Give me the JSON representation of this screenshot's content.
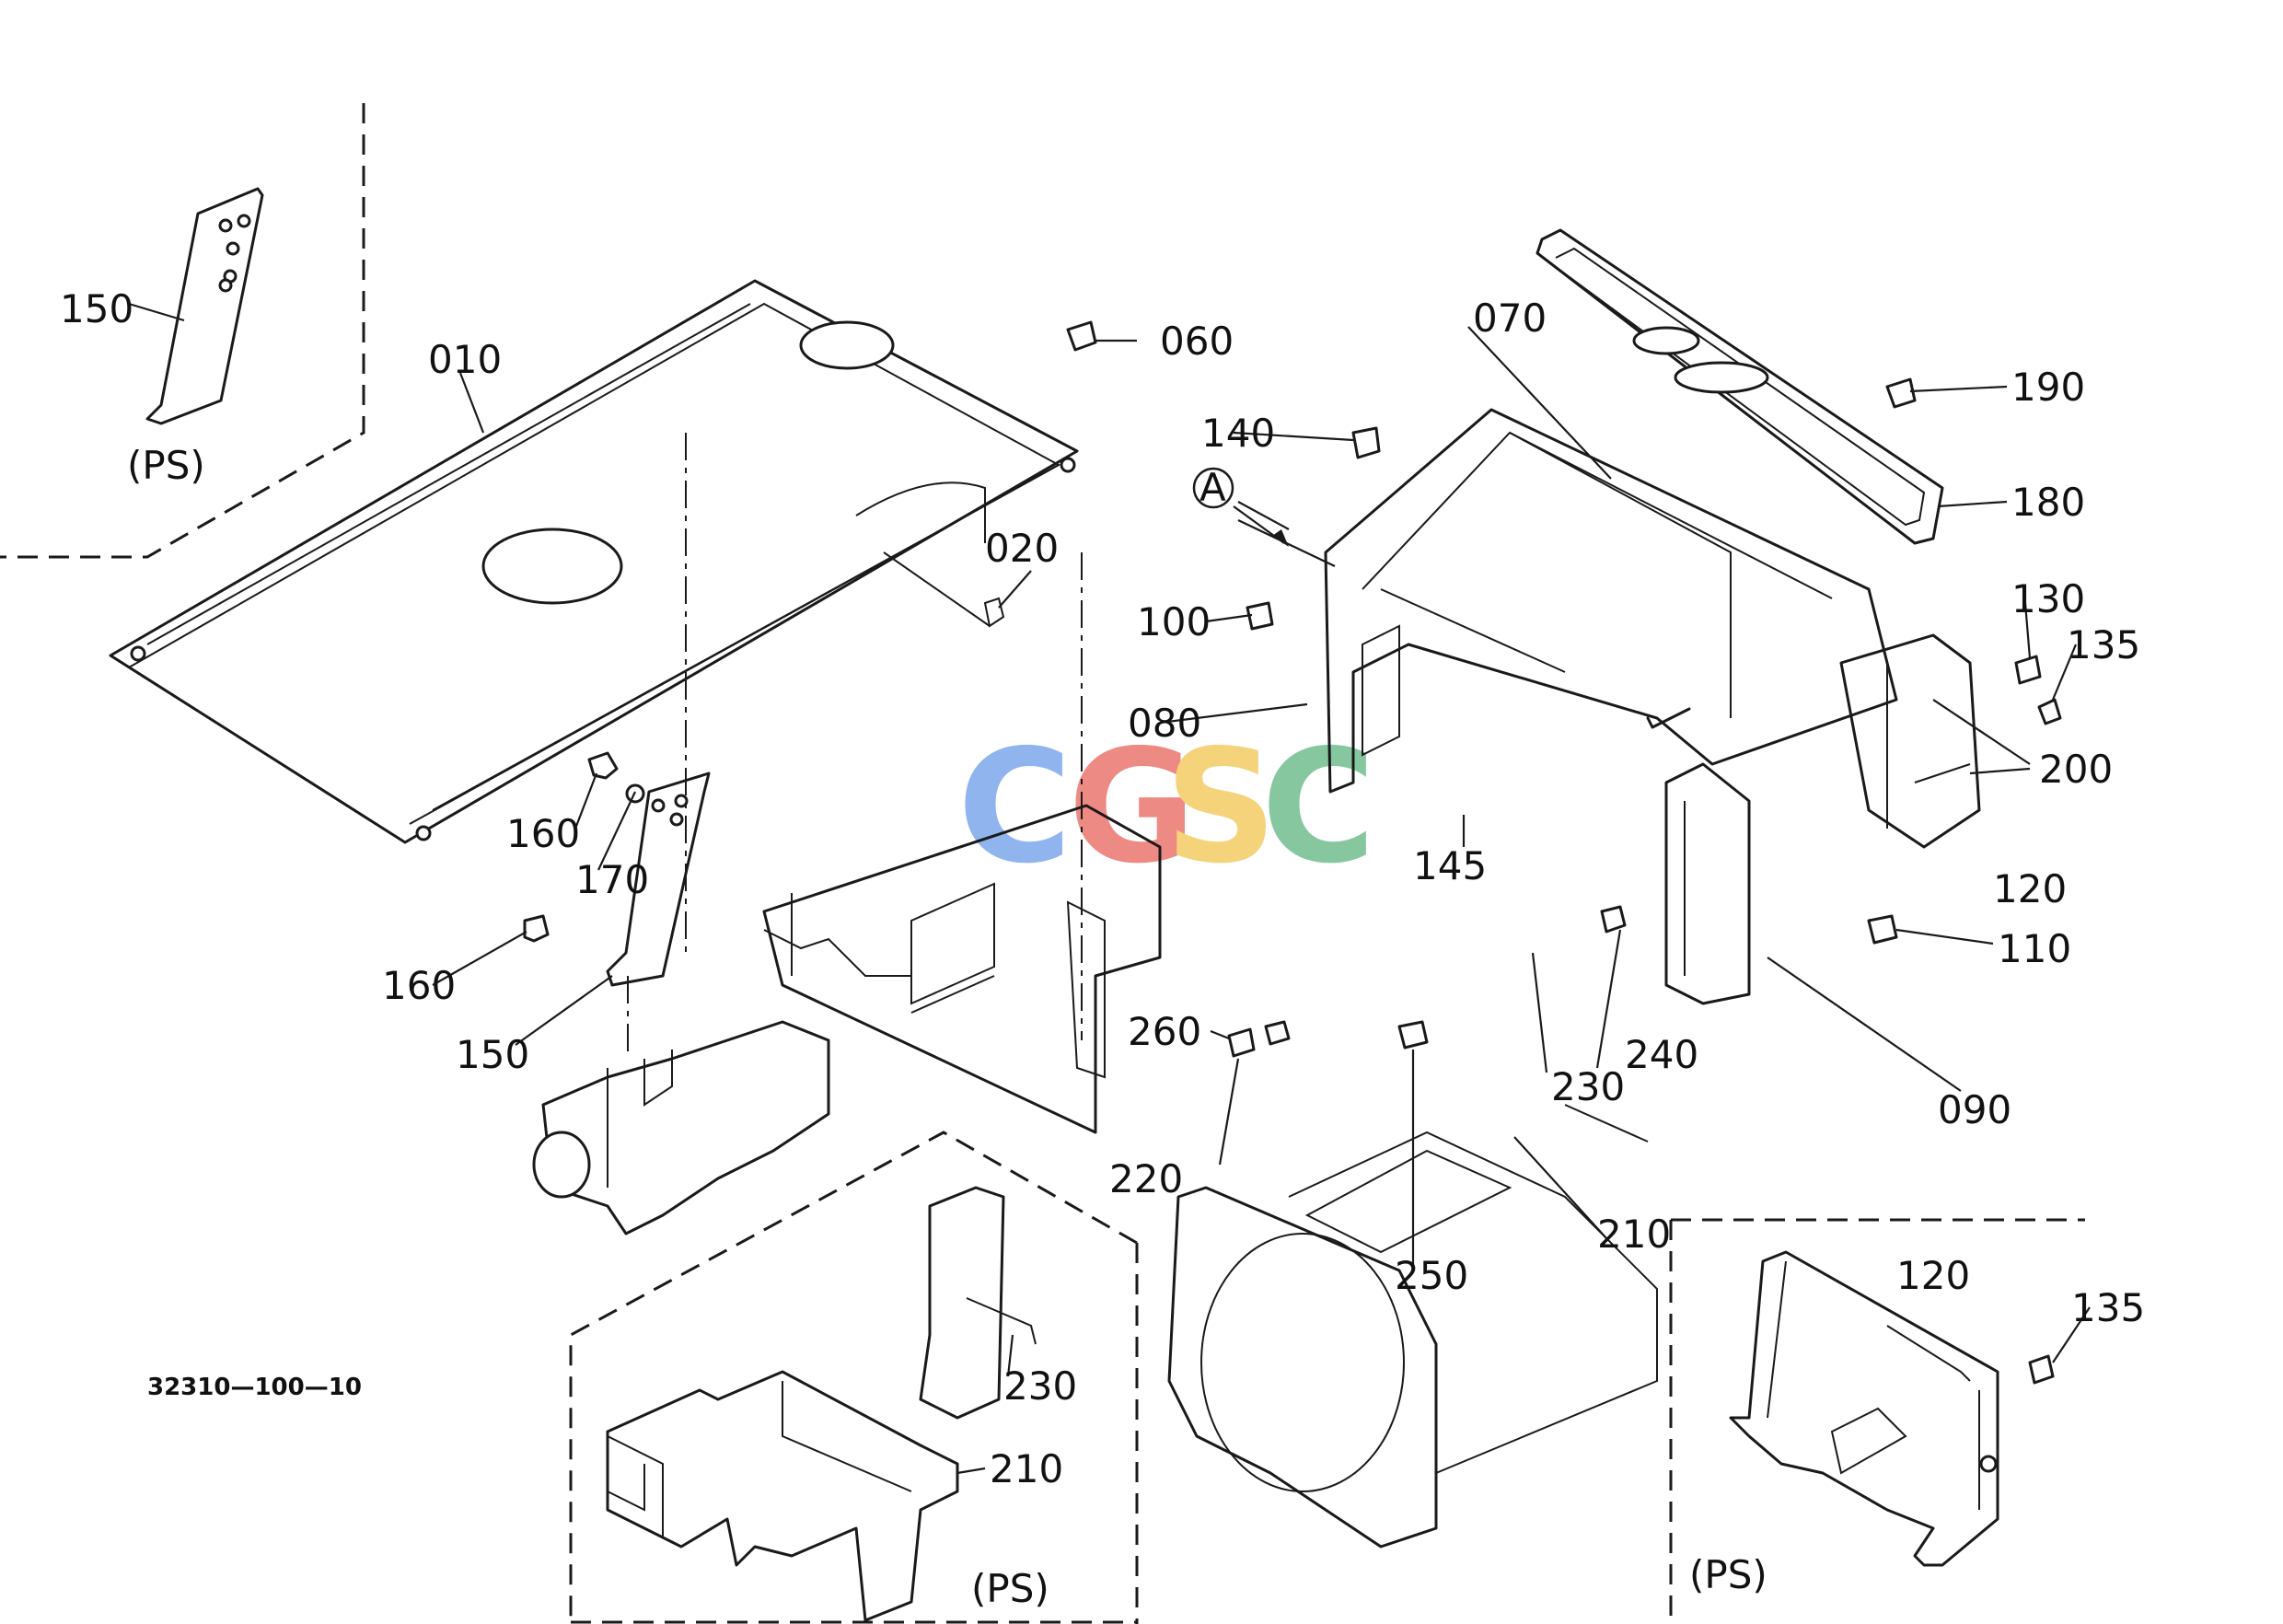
{
  "drawing_code": "32310—100—10",
  "watermark": {
    "letters": [
      "C",
      "G",
      "S",
      "C"
    ],
    "colors": [
      "#8fb4ee",
      "#ee8a84",
      "#f4d37a",
      "#86c7a0"
    ]
  },
  "labels": {
    "p010": "010",
    "p020": "020",
    "p060": "060",
    "p070": "070",
    "p080": "080",
    "p090": "090",
    "p100": "100",
    "p110": "110",
    "p120a": "120",
    "p120b": "120",
    "p130": "130",
    "p135a": "135",
    "p135b": "135",
    "p140": "140",
    "p145": "145",
    "p150a": "150",
    "p150b": "150",
    "p160a": "160",
    "p160b": "160",
    "p170": "170",
    "p180": "180",
    "p190": "190",
    "p200": "200",
    "p210a": "210",
    "p210b": "210",
    "p220": "220",
    "p230a": "230",
    "p230b": "230",
    "p240": "240",
    "p250": "250",
    "p260": "260",
    "view_a": "A"
  },
  "insets": {
    "top_left": "(PS)",
    "bottom_center": "(PS)",
    "bottom_right": "(PS)"
  }
}
